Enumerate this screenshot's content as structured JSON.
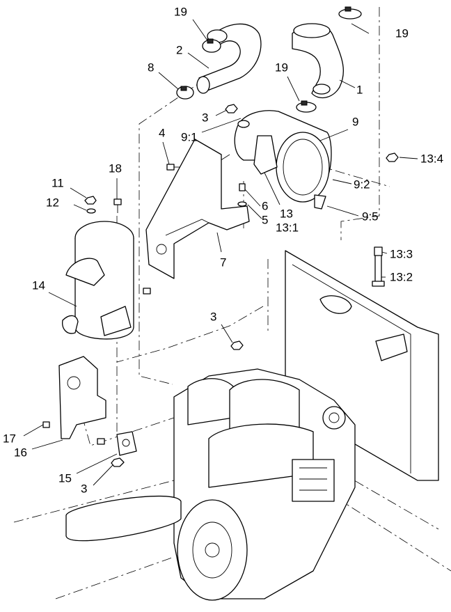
{
  "callouts": [
    {
      "id": "c1",
      "label": "19"
    },
    {
      "id": "c2",
      "label": "2"
    },
    {
      "id": "c3",
      "label": "19"
    },
    {
      "id": "c4",
      "label": "8"
    },
    {
      "id": "c5",
      "label": "19"
    },
    {
      "id": "c6",
      "label": "1"
    },
    {
      "id": "c7",
      "label": "3"
    },
    {
      "id": "c8",
      "label": "9:1"
    },
    {
      "id": "c9",
      "label": "9"
    },
    {
      "id": "c10",
      "label": "4"
    },
    {
      "id": "c11",
      "label": "13:4"
    },
    {
      "id": "c12",
      "label": "18"
    },
    {
      "id": "c13",
      "label": "11"
    },
    {
      "id": "c14",
      "label": "9:2"
    },
    {
      "id": "c15",
      "label": "12"
    },
    {
      "id": "c16",
      "label": "6"
    },
    {
      "id": "c17",
      "label": "5"
    },
    {
      "id": "c18",
      "label": "13"
    },
    {
      "id": "c19",
      "label": "13:1"
    },
    {
      "id": "c20",
      "label": "9:5"
    },
    {
      "id": "c21",
      "label": "7"
    },
    {
      "id": "c22",
      "label": "13:3"
    },
    {
      "id": "c23",
      "label": "13:2"
    },
    {
      "id": "c24",
      "label": "14"
    },
    {
      "id": "c25",
      "label": "3"
    },
    {
      "id": "c26",
      "label": "17"
    },
    {
      "id": "c27",
      "label": "16"
    },
    {
      "id": "c28",
      "label": "15"
    },
    {
      "id": "c29",
      "label": "3"
    }
  ]
}
